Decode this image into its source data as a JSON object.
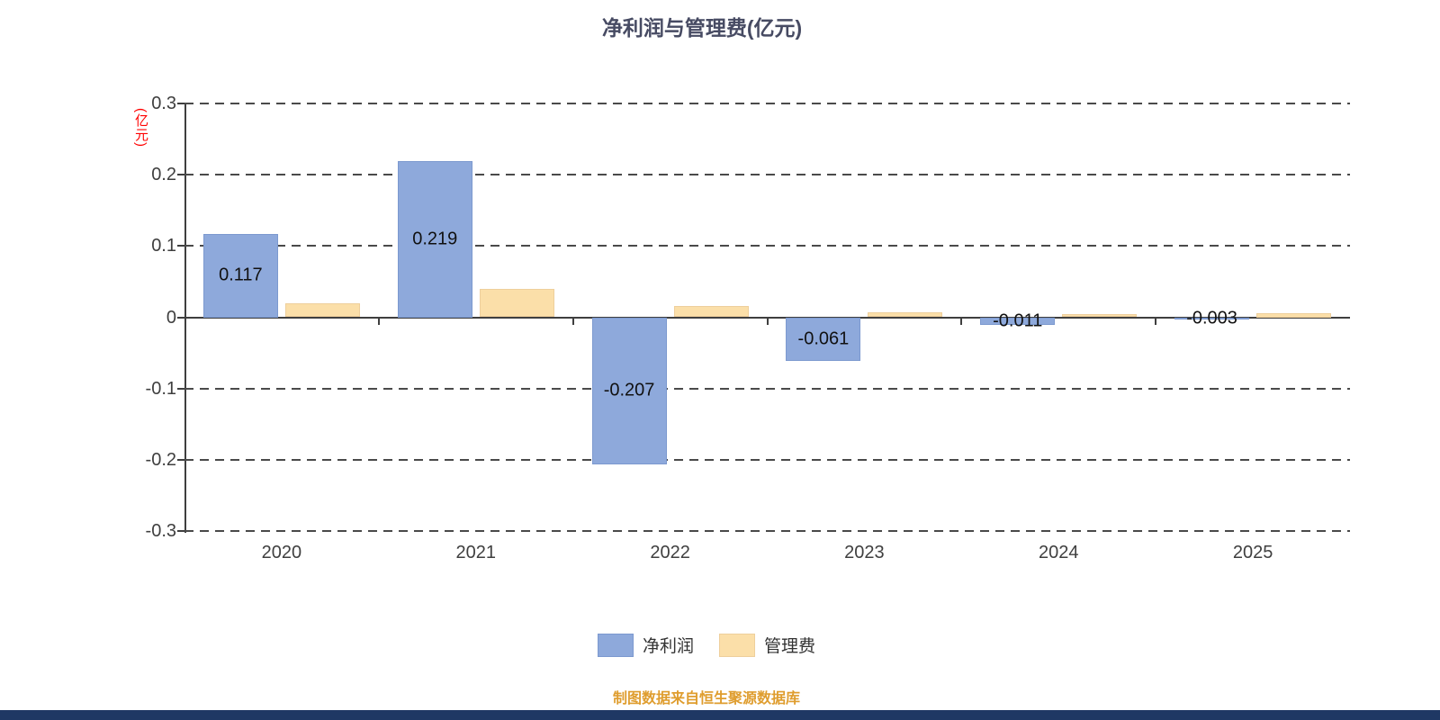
{
  "page": {
    "title": "净利润与管理费(亿元)",
    "y_axis_unit": "(亿元)",
    "footer_note": "制图数据来自恒生聚源数据库"
  },
  "colors": {
    "title": "#474b63",
    "axis": "#3f3f3f",
    "grid": "#4a4a4a",
    "unit_label": "#ff0000",
    "footer": "#df9d2e",
    "bottom_bar": "#1f3864",
    "bar_label": "#111111"
  },
  "legend": {
    "items": [
      {
        "label": "净利润",
        "color": "#8EA9DB",
        "edge": "#7C99CF"
      },
      {
        "label": "管理费",
        "color": "#FBDFA9",
        "edge": "#EECF9C"
      }
    ]
  },
  "chart_data": {
    "type": "bar",
    "title": "净利润与管理费(亿元)",
    "categories": [
      "2020",
      "2021",
      "2022",
      "2023",
      "2024",
      "2025"
    ],
    "series": [
      {
        "id": "net-profit",
        "name": "净利润",
        "color": "#8EA9DB",
        "edge": "#7C99CF",
        "values": [
          0.117,
          0.219,
          -0.207,
          -0.061,
          -0.011,
          -0.003
        ],
        "labels": [
          "0.117",
          "0.219",
          "-0.207",
          "-0.061",
          "-0.011",
          "-0.003"
        ]
      },
      {
        "id": "management-fee",
        "name": "管理费",
        "color": "#FBDFA9",
        "edge": "#EECF9C",
        "values": [
          0.019,
          0.04,
          0.016,
          0.007,
          0.005,
          0.006
        ],
        "labels": [
          null,
          null,
          null,
          null,
          null,
          null
        ]
      }
    ],
    "ylabel": "(亿元)",
    "ylim": [
      -0.3,
      0.3
    ],
    "yticks": [
      0.3,
      0.2,
      0.1,
      0,
      -0.1,
      -0.2,
      -0.3
    ],
    "grid": "horizontal-dashed",
    "legend_position": "bottom"
  }
}
